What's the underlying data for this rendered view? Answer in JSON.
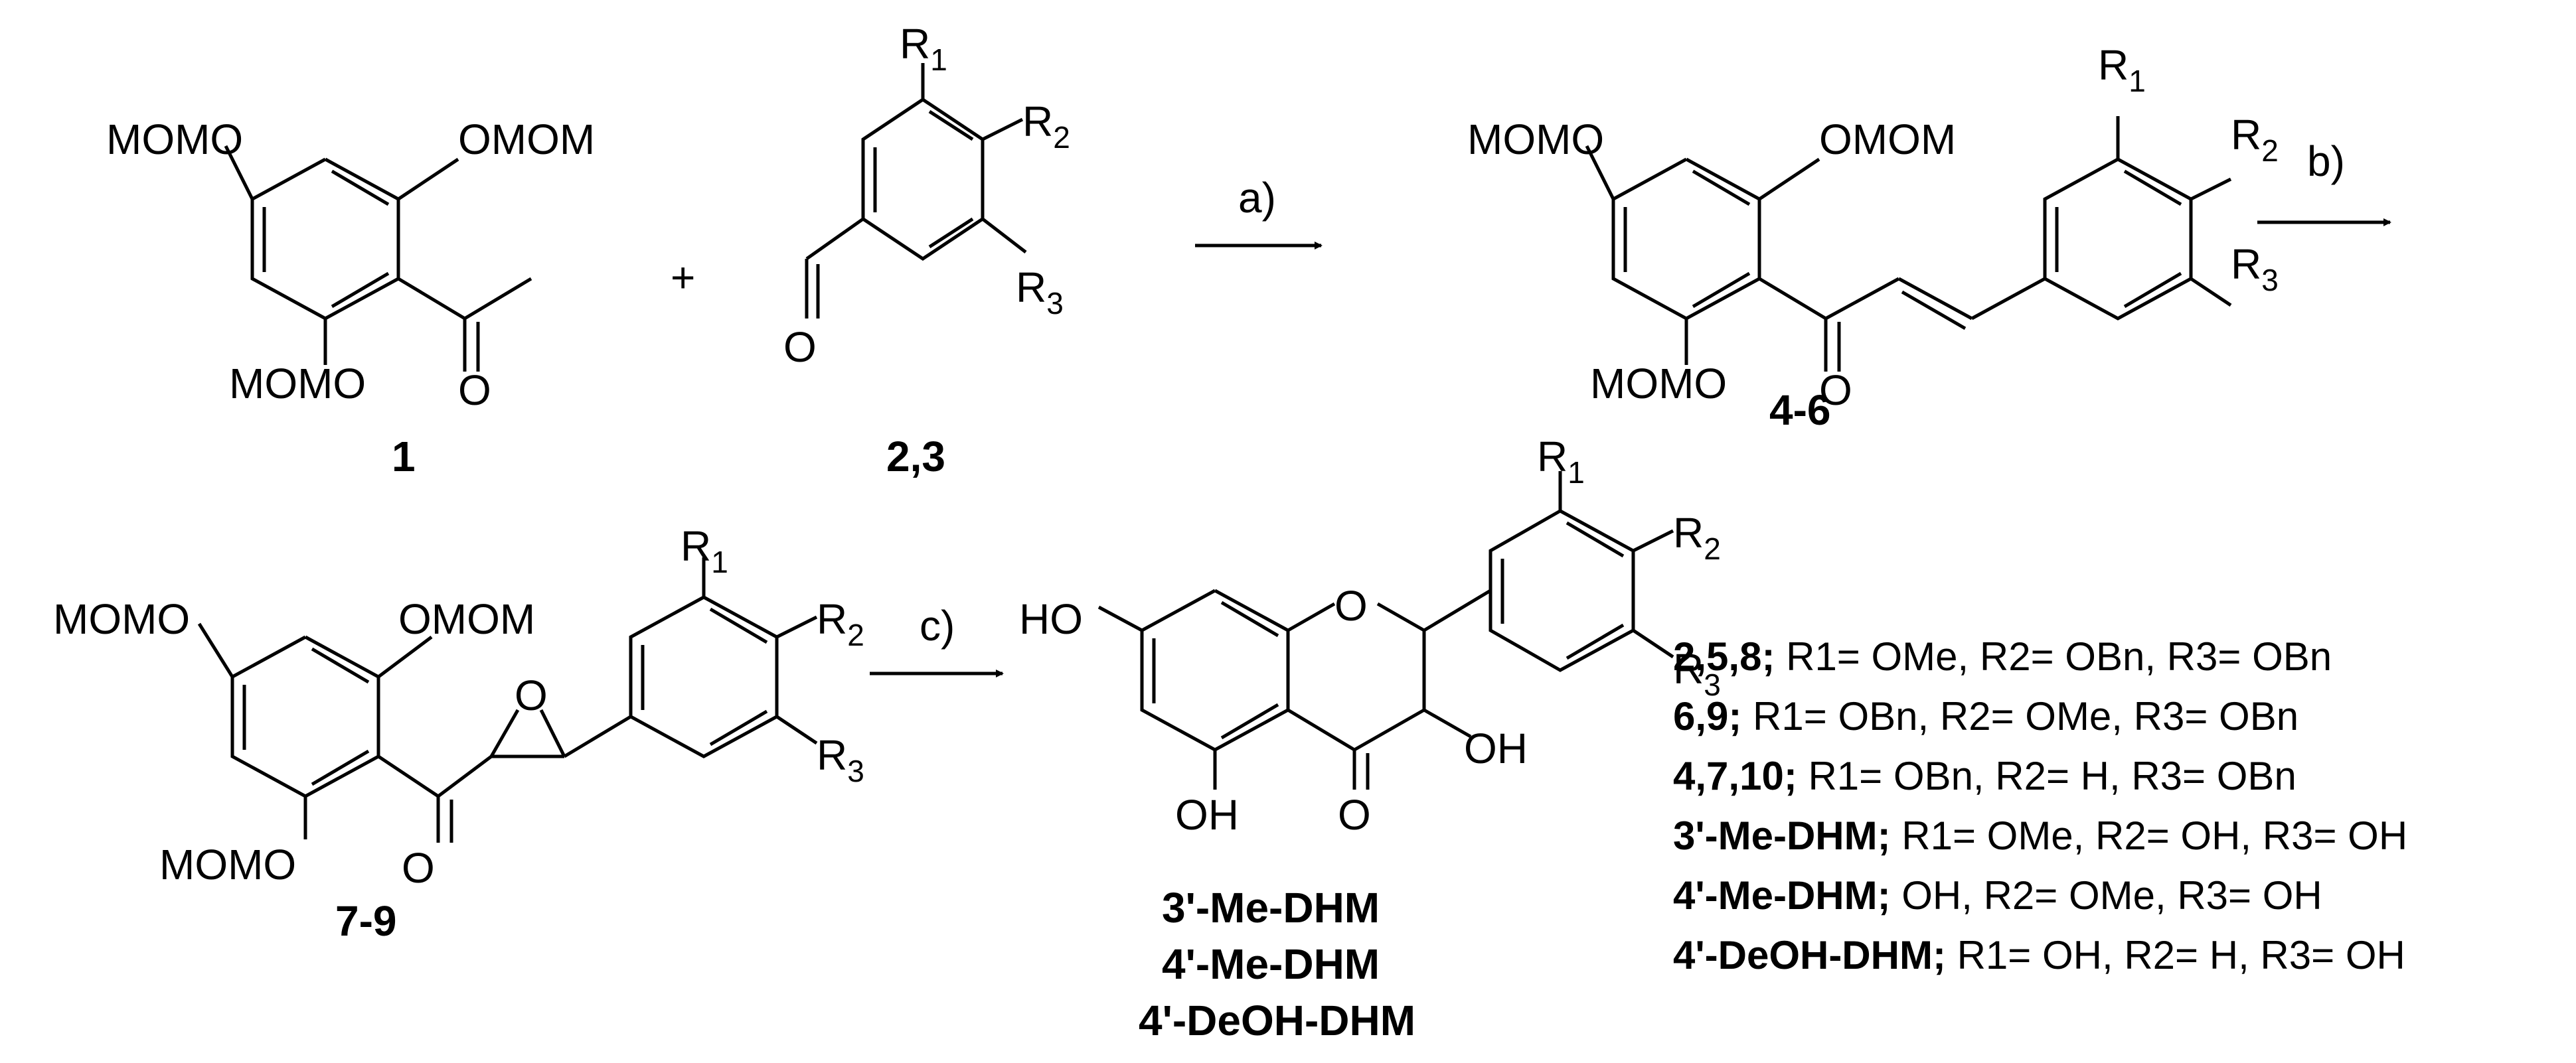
{
  "reagents": {
    "mom": "MOMO",
    "omom": "OMOM",
    "ketone_o": "O",
    "aldehyde_o": "O",
    "plus": "+",
    "r1": "R",
    "r1_sub": "1",
    "r2": "R",
    "r2_sub": "2",
    "r3": "R",
    "r3_sub": "3"
  },
  "labels": {
    "cpd_1": "1",
    "cpd_23": "2,3",
    "cpd_46": "4-6",
    "cpd_79": "7-9",
    "product_1": "3'-Me-DHM",
    "product_2": "4'-Me-DHM",
    "product_3": "4'-DeOH-DHM"
  },
  "steps": {
    "a": "a)",
    "b": "b)",
    "c": "c)"
  },
  "product_atoms": {
    "ho": "HO",
    "oh": "OH",
    "ring_o": "O",
    "carbonyl_o": "O"
  },
  "legend": [
    {
      "bold": "2,5,8;",
      "text": " R1= OMe, R2= OBn, R3= OBn"
    },
    {
      "bold": "6,9;",
      "text": " R1= OBn, R2= OMe, R3= OBn"
    },
    {
      "bold": "4,7,10;",
      "text": " R1= OBn, R2= H, R3= OBn"
    },
    {
      "bold": "3'-Me-DHM;",
      "text": "  R1= OMe, R2= OH, R3= OH"
    },
    {
      "bold": "4'-Me-DHM;",
      "text": " OH, R2= OMe, R3= OH"
    },
    {
      "bold": "4'-DeOH-DHM;",
      "text": " R1= OH, R2= H, R3= OH"
    }
  ]
}
